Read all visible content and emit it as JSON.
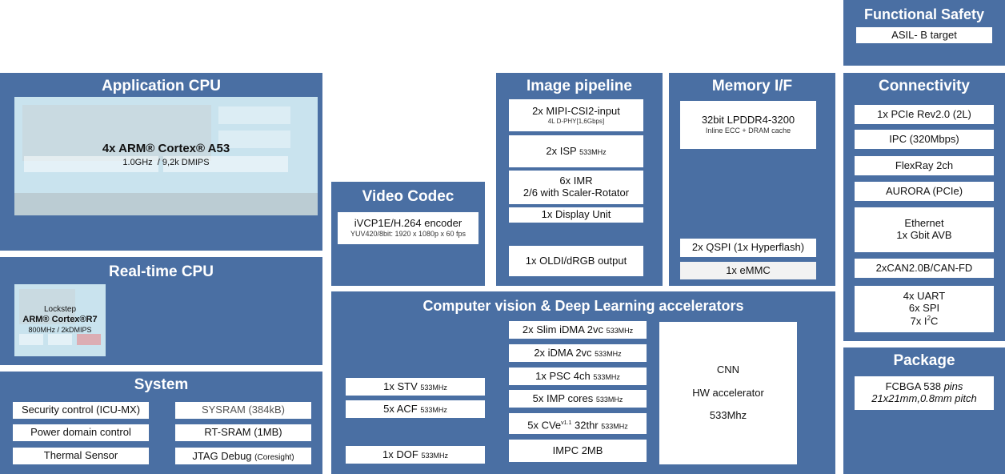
{
  "functional_safety": {
    "title": "Functional Safety",
    "item": "ASIL- B target"
  },
  "application_cpu": {
    "title": "Application CPU",
    "core": "4x ARM® Cortex® A53",
    "spec": "1.0GHz  / 9,2k DMIPS"
  },
  "realtime_cpu": {
    "title": "Real-time CPU",
    "lockstep": "Lockstep",
    "core": "ARM® Cortex®R7",
    "spec": "800MHz / 2kDMIPS"
  },
  "system": {
    "title": "System",
    "left": [
      "Security control (ICU-MX)",
      "Power domain control",
      "Thermal Sensor"
    ],
    "right": [
      {
        "label": "SYSRAM (384kB)",
        "small": ""
      },
      {
        "label": "RT-SRAM (1MB)",
        "small": ""
      },
      {
        "label": "JTAG Debug ",
        "small": "(Coresight)"
      }
    ]
  },
  "video_codec": {
    "title": "Video Codec",
    "item": "iVCP1E/H.264 encoder",
    "sub": "YUV420/8bit: 1920 x 1080p x 60 fps"
  },
  "image_pipeline": {
    "title": "Image pipeline",
    "mipi": "2x MIPI-CSI2-input",
    "mipi_sub": "4L D-PHY[1,6Gbps]",
    "isp": "2x ISP ",
    "isp_freq": "533MHz",
    "imr1": "6x IMR",
    "imr2": "2/6 with Scaler-Rotator",
    "display": "1x Display Unit",
    "oldi": "1x OLDI/dRGB output"
  },
  "memory_if": {
    "title": "Memory I/F",
    "lpddr": "32bit LPDDR4-3200",
    "lpddr_sub": "Inline ECC + DRAM cache",
    "qspi": "2x QSPI (1x Hyperflash)",
    "emmc": "1x eMMC"
  },
  "connectivity": {
    "title": "Connectivity",
    "pcie": "1x PCIe Rev2.0 (2L)",
    "ipc": "IPC (320Mbps)",
    "flexray": "FlexRay 2ch",
    "aurora": "AURORA  (PCIe)",
    "eth1": "Ethernet",
    "eth2": "1x Gbit AVB",
    "can": "2xCAN2.0B/CAN-FD",
    "uart": "4x UART",
    "spi": "6x SPI",
    "i2c": "7x I",
    "i2c_sup": "2",
    "i2c_end": "C"
  },
  "cv_dl": {
    "title": "Computer vision & Deep Learning accelerators",
    "left": [
      {
        "label": "1x STV ",
        "freq": "533MHz"
      },
      {
        "label": "5x ACF ",
        "freq": "533MHz"
      },
      {
        "label": "1x DOF ",
        "freq": "533MHz"
      }
    ],
    "mid": [
      {
        "label": "2x Slim iDMA 2vc ",
        "freq": "533MHz"
      },
      {
        "label": "2x iDMA 2vc ",
        "freq": "533MHz"
      },
      {
        "label": "1x PSC 4ch ",
        "freq": "533MHz"
      },
      {
        "label": "5x IMP cores ",
        "freq": "533MHz"
      }
    ],
    "cve": "5x CVe",
    "cve_sup": "v1.1",
    "cve_mid": " 32thr ",
    "cve_freq": "533MHz",
    "impc": "IMPC 2MB",
    "cnn1": "CNN",
    "cnn2": "HW accelerator",
    "cnn3": "533Mhz"
  },
  "package": {
    "title": "Package",
    "line1": "FCBGA 538 ",
    "pins": "pins",
    "line2": "21x21mm,0.8mm pitch"
  }
}
